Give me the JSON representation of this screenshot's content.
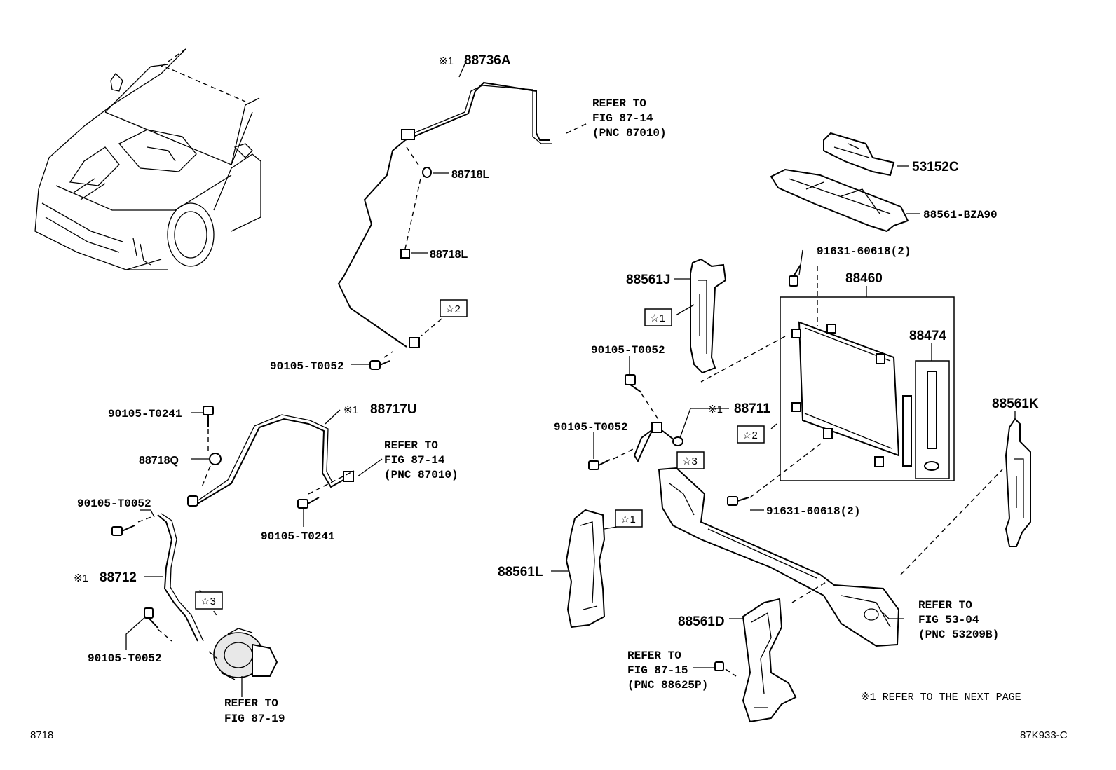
{
  "diagram": {
    "page_code": "8718",
    "figure_code": "87K933-C",
    "footnote": "※1  REFER TO THE NEXT PAGE",
    "markers": {
      "star1": "☆1",
      "star2": "☆2",
      "star3": "☆3",
      "note1": "※1"
    },
    "parts": {
      "p88736A": "88736A",
      "p88718L_a": "88718L",
      "p88718L_b": "88718L",
      "p90105_T0052_a": "90105-T0052",
      "p90105_T0241_a": "90105-T0241",
      "p88717U": "88717U",
      "p88718Q": "88718Q",
      "p90105_T0052_b": "90105-T0052",
      "p90105_T0241_b": "90105-T0241",
      "p88712": "88712",
      "p90105_T0052_c": "90105-T0052",
      "p53152C": "53152C",
      "p88561_BZA90": "88561-BZA90",
      "p91631_a": "91631-60618(2)",
      "p88460": "88460",
      "p88561J": "88561J",
      "p88474": "88474",
      "p90105_T0052_d": "90105-T0052",
      "p90105_T0052_e": "90105-T0052",
      "p88711": "88711",
      "p88561K": "88561K",
      "p91631_b": "91631-60618(2)",
      "p88561L": "88561L",
      "p88561D": "88561D"
    },
    "refs": {
      "ref_8714_a": [
        "REFER TO",
        "FIG 87-14",
        "(PNC 87010)"
      ],
      "ref_8714_b": [
        "REFER TO",
        "FIG 87-14",
        "(PNC 87010)"
      ],
      "ref_8719": [
        "REFER TO",
        "FIG 87-19"
      ],
      "ref_5304": [
        "REFER TO",
        "FIG 53-04",
        "(PNC 53209B)"
      ],
      "ref_8715": [
        "REFER TO",
        "FIG 87-15",
        "(PNC 88625P)"
      ]
    }
  }
}
